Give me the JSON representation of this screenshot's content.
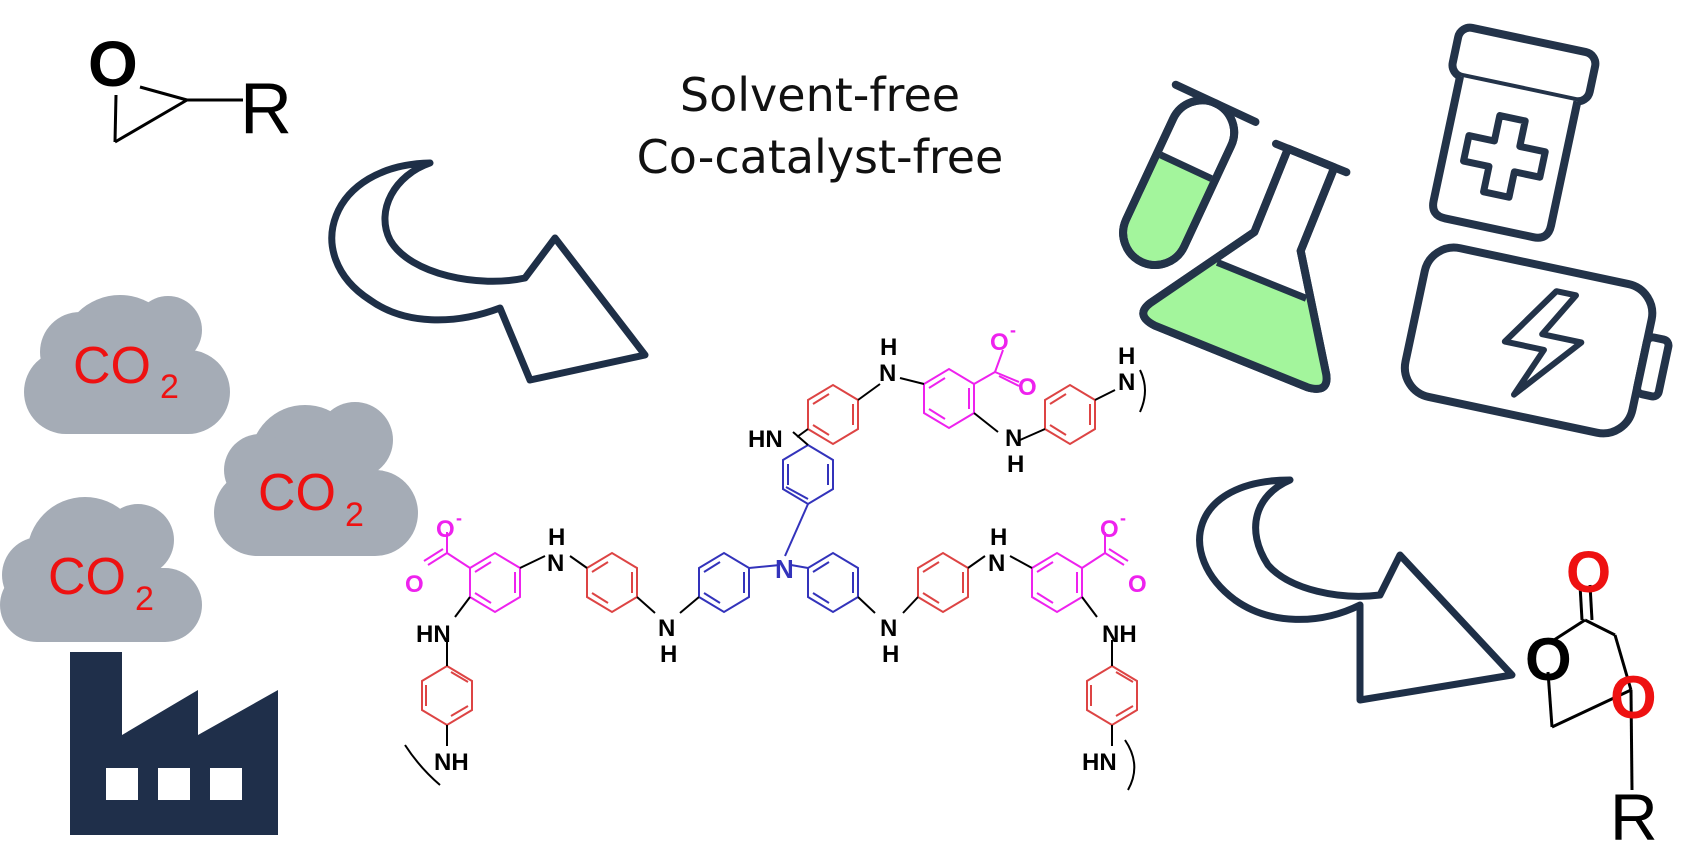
{
  "captions": {
    "line1": "Solvent-free",
    "line2": "Co-catalyst-free"
  },
  "epoxide": {
    "oxygen": "O",
    "substituent": "R"
  },
  "clouds": [
    {
      "label": "CO",
      "subscript": "2"
    },
    {
      "label": "CO",
      "subscript": "2"
    },
    {
      "label": "CO",
      "subscript": "2"
    }
  ],
  "polymer": {
    "nh": "NH",
    "hn": "HN",
    "n": "N",
    "h": "H",
    "o": "O",
    "o_minus": "O",
    "charge": "-"
  },
  "product": {
    "ring_oxygen": "O",
    "carbonyl_oxygen": "O",
    "substituent": "R"
  },
  "colors": {
    "arrow_stroke": "#1e2f47",
    "cloud": "#a5acb6",
    "co2_text": "#ee1111",
    "factory": "#1f2f4a",
    "icon_stroke": "#233349",
    "liquid": "#a3f59c",
    "link_red": "#dd4444",
    "core_blue": "#3333bb",
    "magenta": "#ee22ee"
  }
}
